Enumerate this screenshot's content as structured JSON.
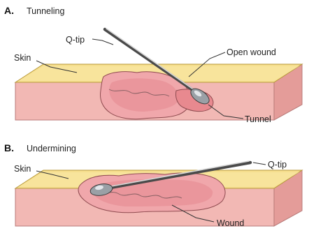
{
  "panel_a": {
    "letter": "A.",
    "title": "Tunneling",
    "labels": {
      "qtip": "Q-tip",
      "skin": "Skin",
      "open_wound": "Open wound",
      "tunnel": "Tunnel"
    }
  },
  "panel_b": {
    "letter": "B.",
    "title": "Undermining",
    "labels": {
      "skin": "Skin",
      "qtip": "Q-tip",
      "wound": "Wound"
    }
  },
  "colors": {
    "skin_surface": "#f6df8e",
    "tissue": "#f2b8b4",
    "wound_bed": "#f0a7ab",
    "wound_outline": "#8f4b50",
    "qtip_stick": "#4a4a4a",
    "qtip_cotton": "#9aa0a6"
  }
}
